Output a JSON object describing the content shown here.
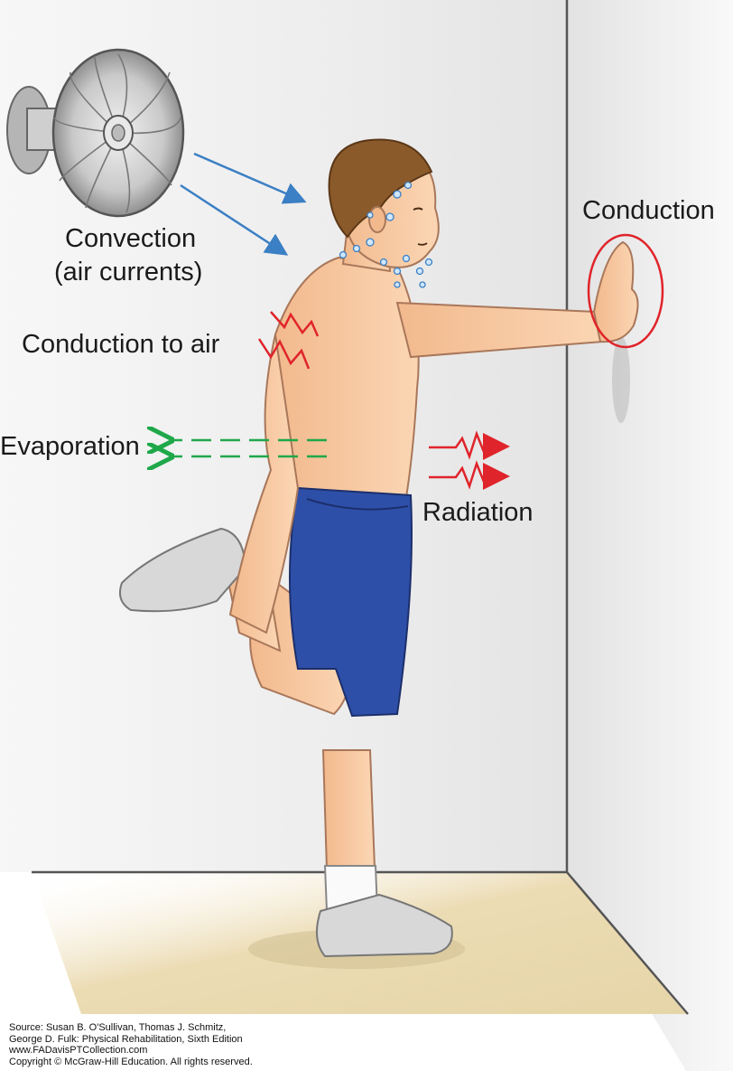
{
  "labels": {
    "convection_line1": "Convection",
    "convection_line2": "(air currents)",
    "conduction_to_air": "Conduction to air",
    "evaporation": "Evaporation",
    "radiation": "Radiation",
    "conduction": "Conduction"
  },
  "source": {
    "line1": "Source: Susan B. O'Sullivan, Thomas J. Schmitz,",
    "line2": "George D. Fulk: Physical Rehabilitation, Sixth Edition",
    "line3": "www.FADavisPTCollection.com",
    "line4": "Copyright © McGraw-Hill Education. All rights reserved."
  },
  "colors": {
    "convection_arrow": "#3b7fc4",
    "evaporation_arrow": "#1fa84a",
    "radiation_arrow": "#e0242b",
    "conduction_circle": "#e0242b",
    "skin": "#f7c9a0",
    "shorts": "#2e4fa8",
    "hair": "#8a5a2b",
    "floor": "#ecdcb4"
  }
}
